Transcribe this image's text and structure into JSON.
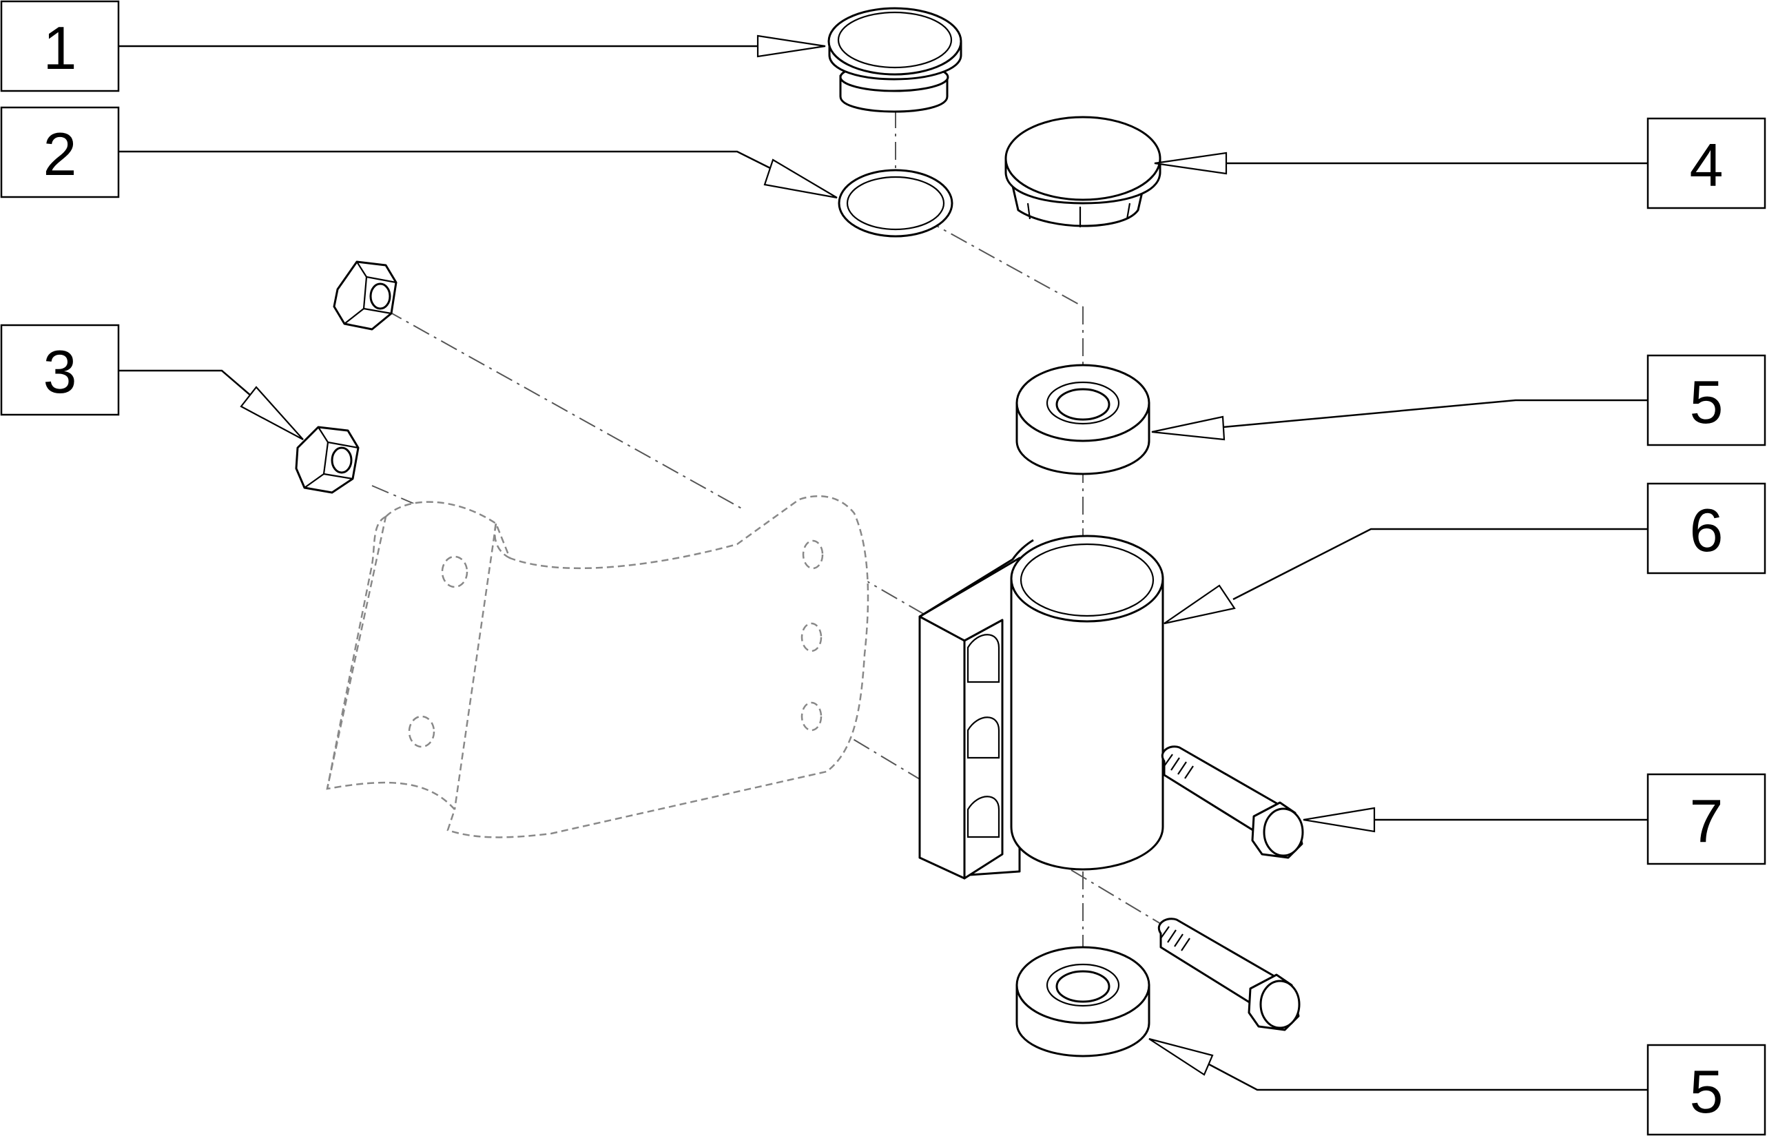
{
  "callouts": [
    {
      "id": "c1",
      "number": "1"
    },
    {
      "id": "c2",
      "number": "2"
    },
    {
      "id": "c3",
      "number": "3"
    },
    {
      "id": "c4",
      "number": "4"
    },
    {
      "id": "c5a",
      "number": "5"
    },
    {
      "id": "c6",
      "number": "6"
    },
    {
      "id": "c7",
      "number": "7"
    },
    {
      "id": "c5b",
      "number": "5"
    }
  ]
}
